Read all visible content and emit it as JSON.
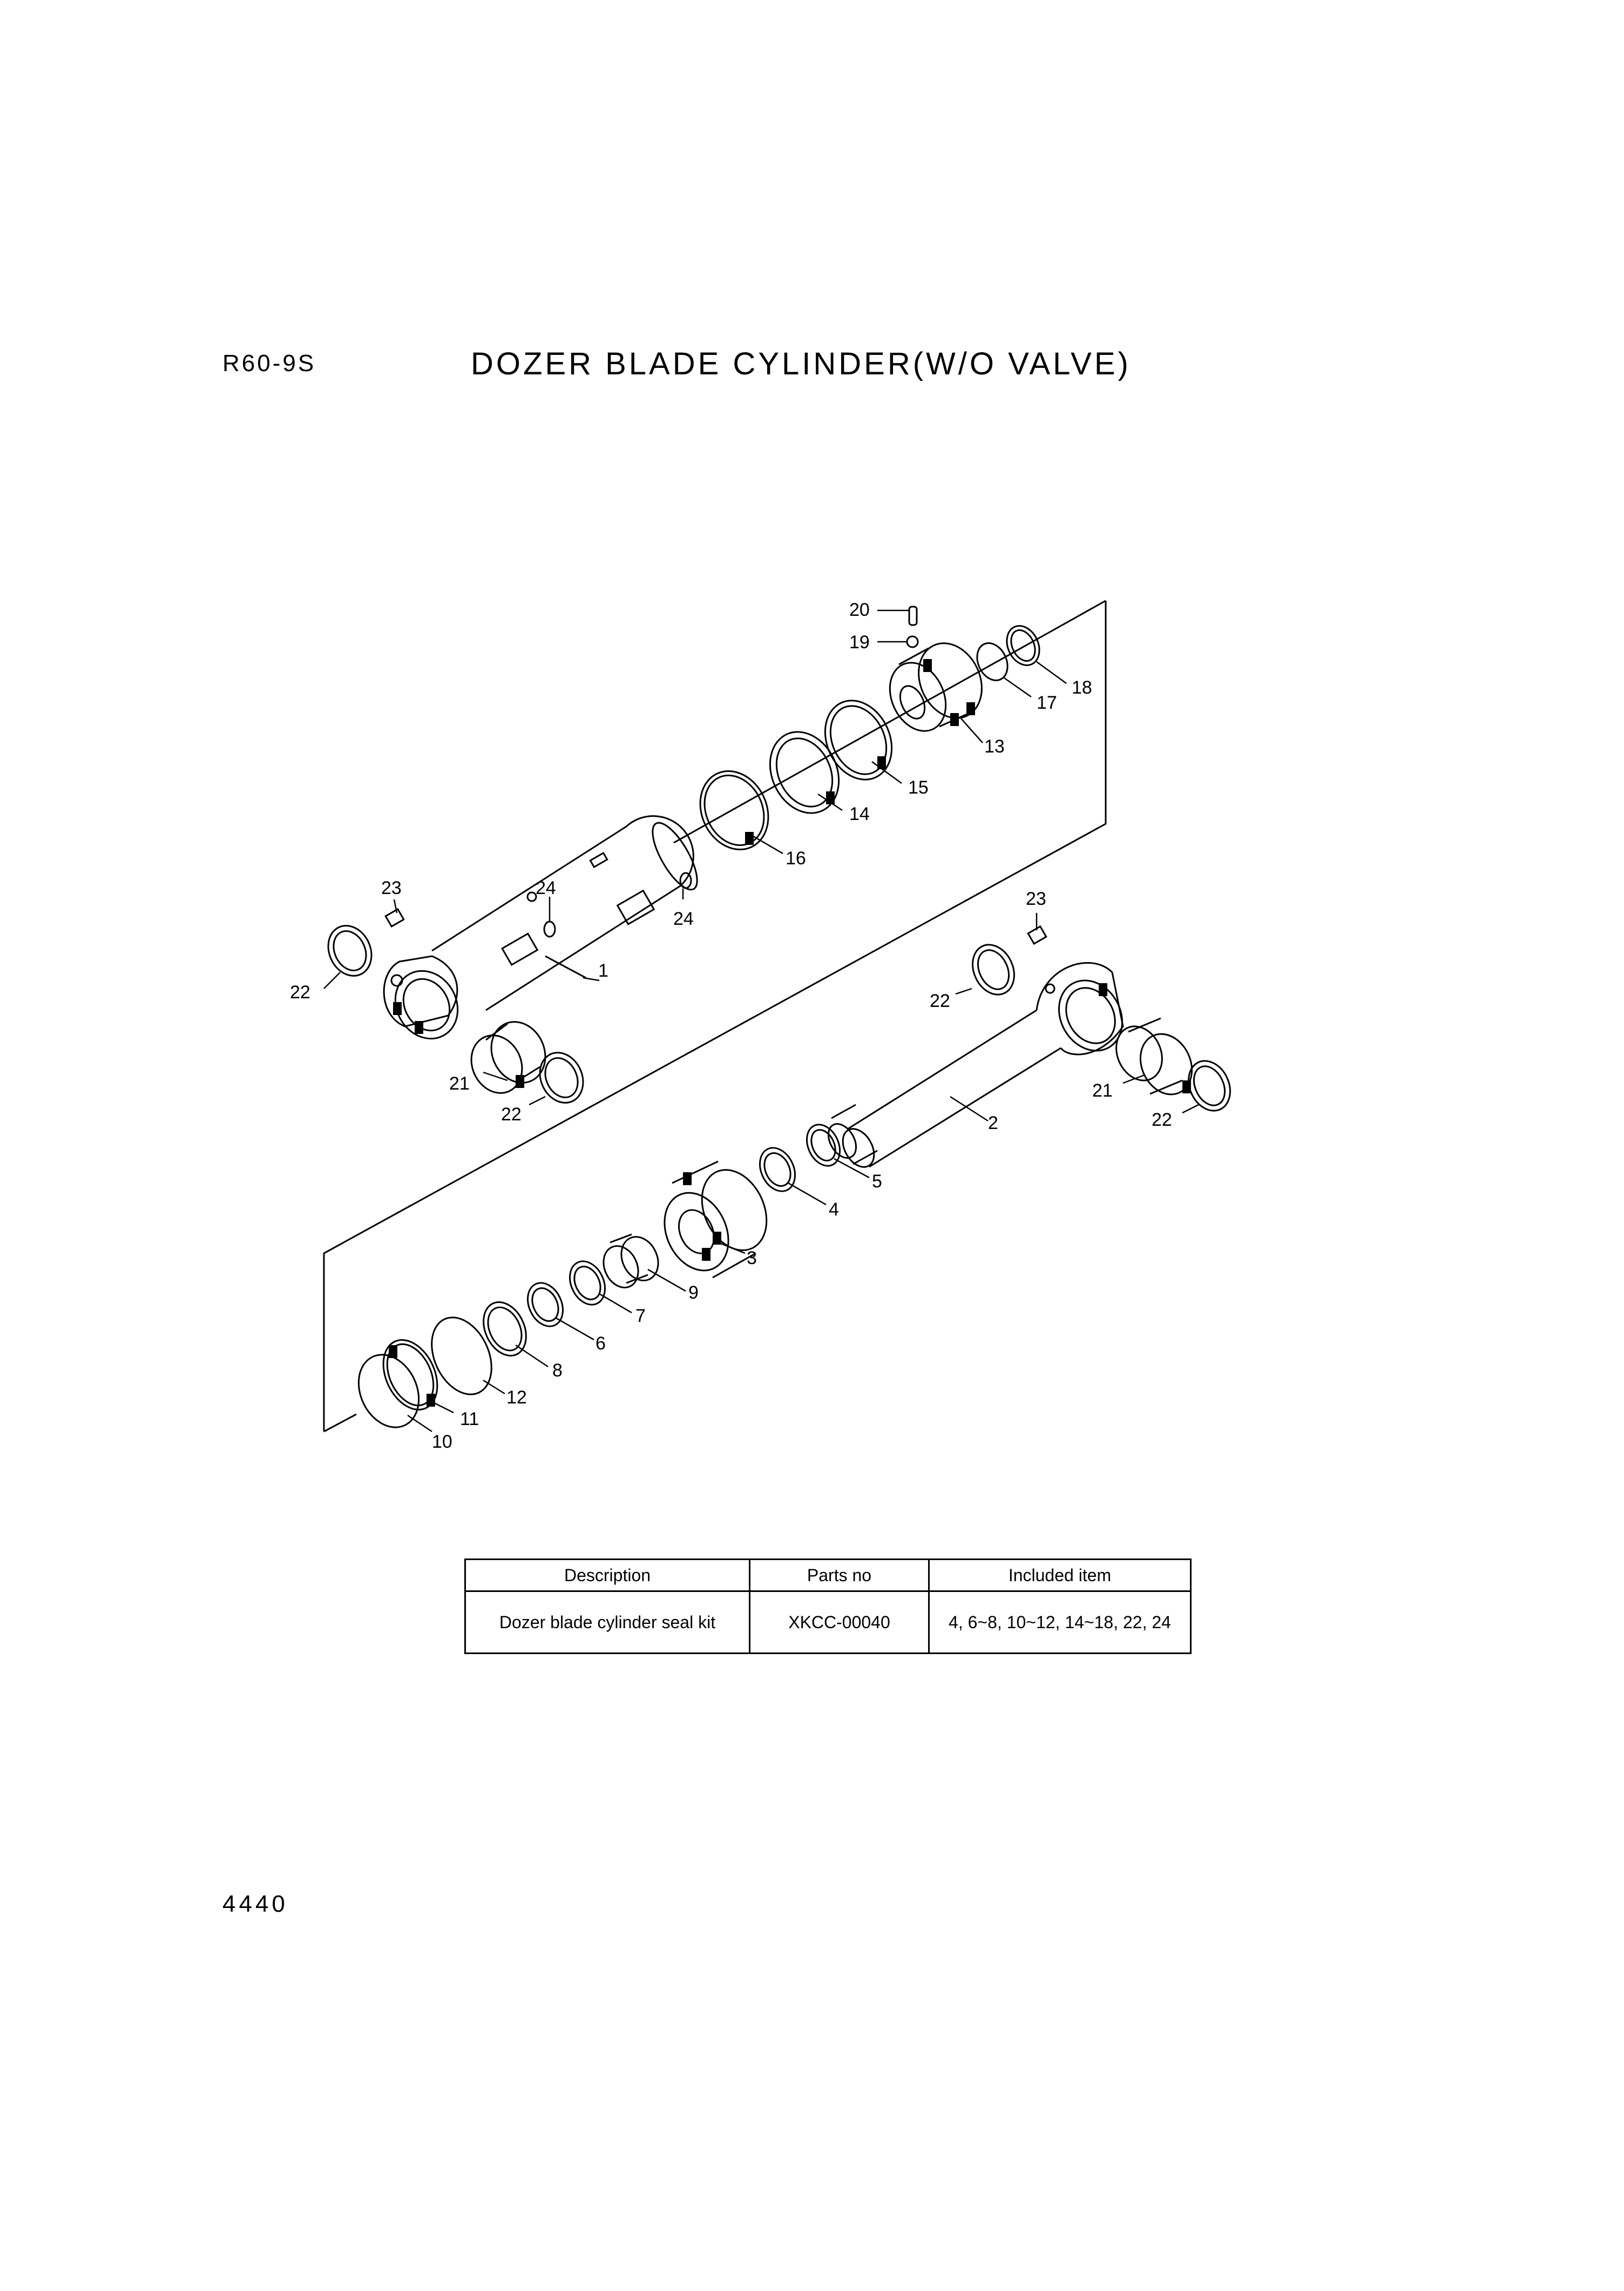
{
  "header": {
    "model": "R60-9S",
    "title": "DOZER BLADE CYLINDER(W/O VALVE)"
  },
  "diagram": {
    "callouts": [
      {
        "id": "c1",
        "label": "1"
      },
      {
        "id": "c2",
        "label": "2"
      },
      {
        "id": "c3",
        "label": "3"
      },
      {
        "id": "c4",
        "label": "4"
      },
      {
        "id": "c5",
        "label": "5"
      },
      {
        "id": "c6",
        "label": "6"
      },
      {
        "id": "c7",
        "label": "7"
      },
      {
        "id": "c8",
        "label": "8"
      },
      {
        "id": "c9",
        "label": "9"
      },
      {
        "id": "c10",
        "label": "10"
      },
      {
        "id": "c11",
        "label": "11"
      },
      {
        "id": "c12",
        "label": "12"
      },
      {
        "id": "c13",
        "label": "13"
      },
      {
        "id": "c14",
        "label": "14"
      },
      {
        "id": "c15",
        "label": "15"
      },
      {
        "id": "c16",
        "label": "16"
      },
      {
        "id": "c17",
        "label": "17"
      },
      {
        "id": "c18",
        "label": "18"
      },
      {
        "id": "c19",
        "label": "19"
      },
      {
        "id": "c20",
        "label": "20"
      },
      {
        "id": "c21a",
        "label": "21"
      },
      {
        "id": "c21b",
        "label": "21"
      },
      {
        "id": "c22a",
        "label": "22"
      },
      {
        "id": "c22b",
        "label": "22"
      },
      {
        "id": "c22c",
        "label": "22"
      },
      {
        "id": "c22d",
        "label": "22"
      },
      {
        "id": "c23a",
        "label": "23"
      },
      {
        "id": "c23b",
        "label": "23"
      },
      {
        "id": "c24a",
        "label": "24"
      },
      {
        "id": "c24b",
        "label": "24"
      }
    ]
  },
  "kit_table": {
    "headers": [
      "Description",
      "Parts no",
      "Included item"
    ],
    "rows": [
      [
        "Dozer blade cylinder seal kit",
        "XKCC-00040",
        "4, 6~8, 10~12, 14~18, 22, 24"
      ]
    ]
  },
  "footer": {
    "page_number": "4440"
  }
}
